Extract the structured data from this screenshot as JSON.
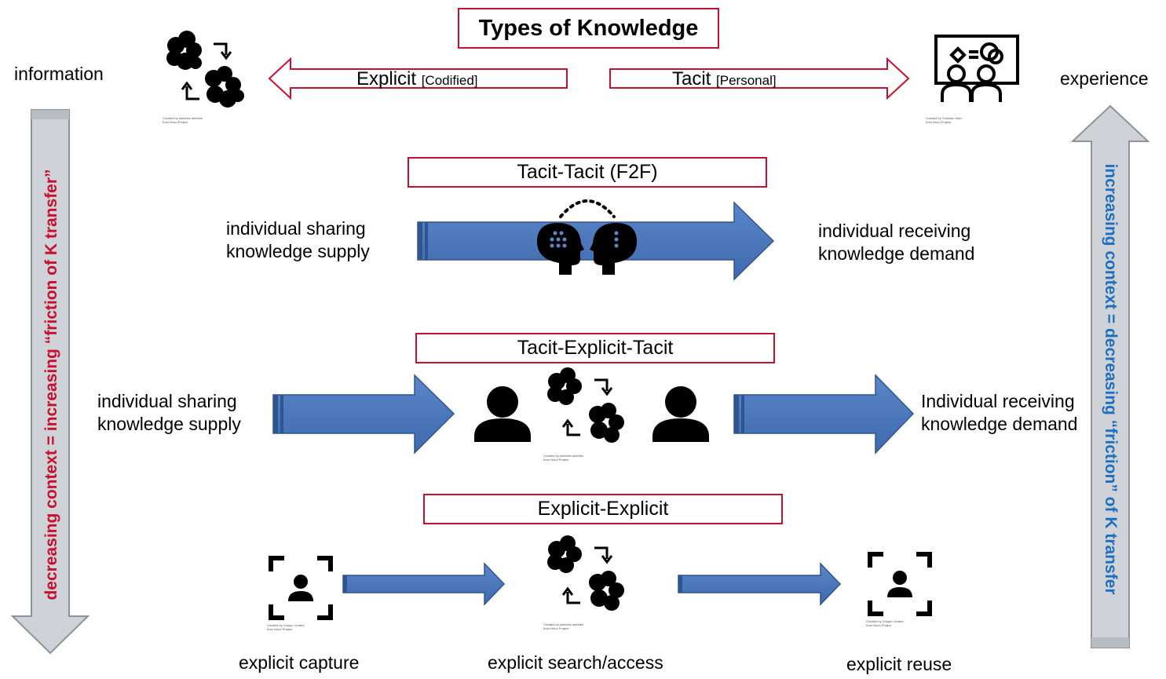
{
  "title": "Types of Knowledge",
  "corner_left": "information",
  "corner_right": "experience",
  "explicit_arrow": {
    "label": "Explicit",
    "sub": "[Codified]"
  },
  "tacit_arrow": {
    "label": "Tacit",
    "sub": "[Personal]"
  },
  "left_axis": {
    "part1": "decreasing context",
    "eq": "=",
    "part2": "increasing “friction of K transfer”"
  },
  "right_axis": {
    "part1": "increasing context",
    "eq": "=",
    "part2": "decreasing “friction” of K transfer"
  },
  "section_tt": {
    "title": "Tacit-Tacit (F2F)",
    "left_line1": "individual sharing",
    "left_line2": "knowledge supply",
    "right_line1": "individual receiving",
    "right_line2": "knowledge demand"
  },
  "section_tet": {
    "title": "Tacit-Explicit-Tacit",
    "left_line1": "individual sharing",
    "left_line2": "knowledge supply",
    "right_line1": "Individual receiving",
    "right_line2": "knowledge demand"
  },
  "section_ee": {
    "title": "Explicit-Explicit",
    "capture": "explicit capture",
    "search": "explicit search/access",
    "reuse": "explicit reuse"
  },
  "icon_credits": {
    "exchange_l1": "Created by ambeles adebles",
    "exchange_l2": "from Noun Project",
    "teacher_l1": "Created by Christian Wad",
    "teacher_l2": "from Noun Project",
    "capture_l1": "Created by Uniqon Creator",
    "capture_l2": "from Noun Project"
  },
  "colors": {
    "red_border": "#c8102e",
    "blue_arrow": "#4a77bb",
    "grey_arrow": "#c8cdd2",
    "left_axis_text": "#c8102e",
    "right_axis_text": "#1f6fc0"
  }
}
